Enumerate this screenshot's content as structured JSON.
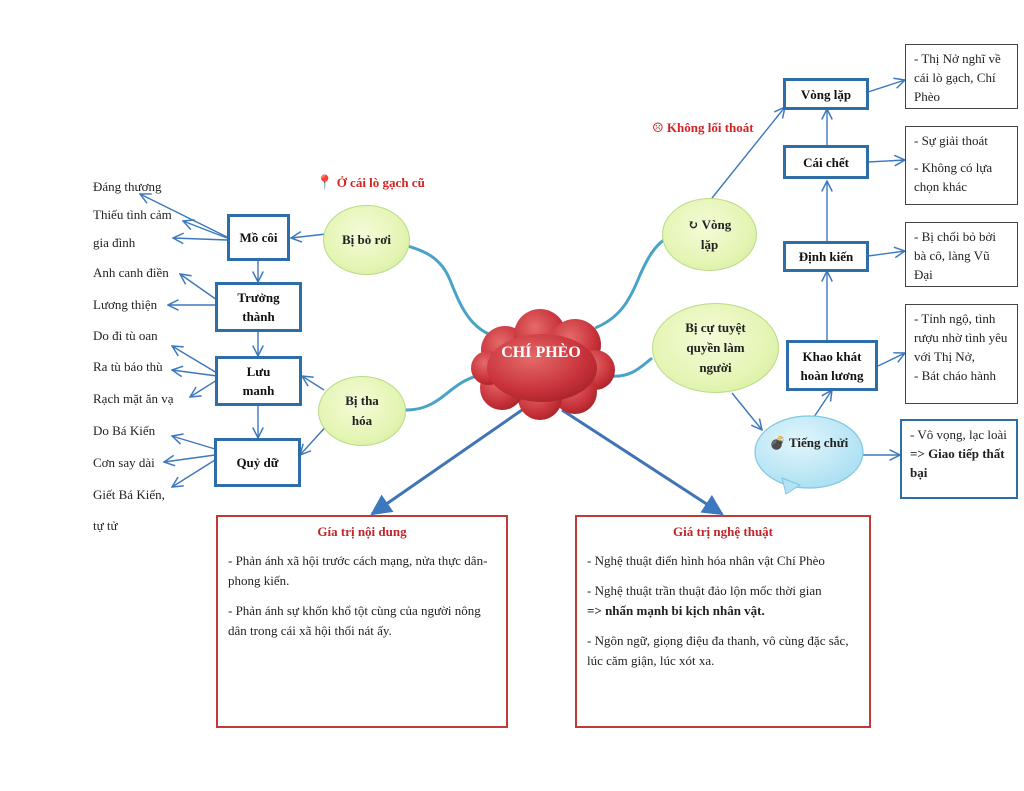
{
  "center": {
    "title": "CHÍ PHÈO"
  },
  "left": {
    "top_label": "Ở cái lò gạch cũ",
    "abandoned": "Bị bỏ rơi",
    "corrupted": "Bị tha hóa",
    "stages": [
      {
        "label": "Mồ côi",
        "notes": [
          "Đáng thương",
          "Thiếu tình cảm",
          "gia đình"
        ]
      },
      {
        "label": "Trưởng thành",
        "notes": [
          "Anh canh điền",
          "Lương thiện"
        ]
      },
      {
        "label": "Lưu manh",
        "notes": [
          "Do đi tù oan",
          "Ra tù báo thù",
          "Rạch mặt ăn vạ"
        ]
      },
      {
        "label": "Quỷ dữ",
        "notes": [
          "Do Bá Kiến",
          "Cơn say dài",
          "Giết Bá Kiến,",
          "tự tử"
        ]
      }
    ]
  },
  "right": {
    "no_exit_label": "Không lối thoát",
    "cycle": "Vòng lặp",
    "refused": "Bị cự tuyệt quyền làm người",
    "curse": "Tiếng chửi",
    "chain": [
      {
        "label": "Vòng lặp",
        "notes": [
          "- Thị Nở nghĩ về cái lò gạch, Chí Phèo"
        ]
      },
      {
        "label": "Cái chết",
        "notes": [
          "- Sự giải thoát",
          "- Không có lựa chọn khác"
        ]
      },
      {
        "label": "Định kiến",
        "notes": [
          "- Bị chối bỏ bởi bà cô, làng Vũ Đại"
        ]
      },
      {
        "label": "Khao khát hoàn lương",
        "notes": [
          "- Tỉnh ngộ, tình rượu nhờ tình yêu với Thị Nở,",
          "- Bát cháo hành"
        ]
      }
    ],
    "curse_note": {
      "prefix": "- Vô vọng, lạc loài ",
      "bold": "=> Giao tiếp thất bại"
    }
  },
  "content": {
    "title": "Gía trị nội dung",
    "items": [
      "- Phản ánh xã hội trước cách mạng, nửa thực dân-phong kiến.",
      "- Phản ánh sự khốn khổ tột cùng của người nông dân trong cái xã hội thối nát ấy."
    ]
  },
  "art": {
    "title": "Giá trị nghệ thuật",
    "item1": "- Nghệ thuật điển hình hóa nhân vật Chí Phèo",
    "item2": "- Nghệ thuật trần thuật đảo lộn mốc thời gian",
    "item2_bold": "=> nhấn mạnh bi kịch nhân vật.",
    "item3": "- Ngôn ngữ, giọng điệu đa thanh, vô cùng đặc sắc, lúc căm giận, lúc xót xa."
  },
  "colors": {
    "box_border": "#2e6da6",
    "red_accent": "#d42424",
    "cloud": "#c8323a",
    "bubble": "#bfe7f5",
    "oval": "#e4f5b4"
  }
}
